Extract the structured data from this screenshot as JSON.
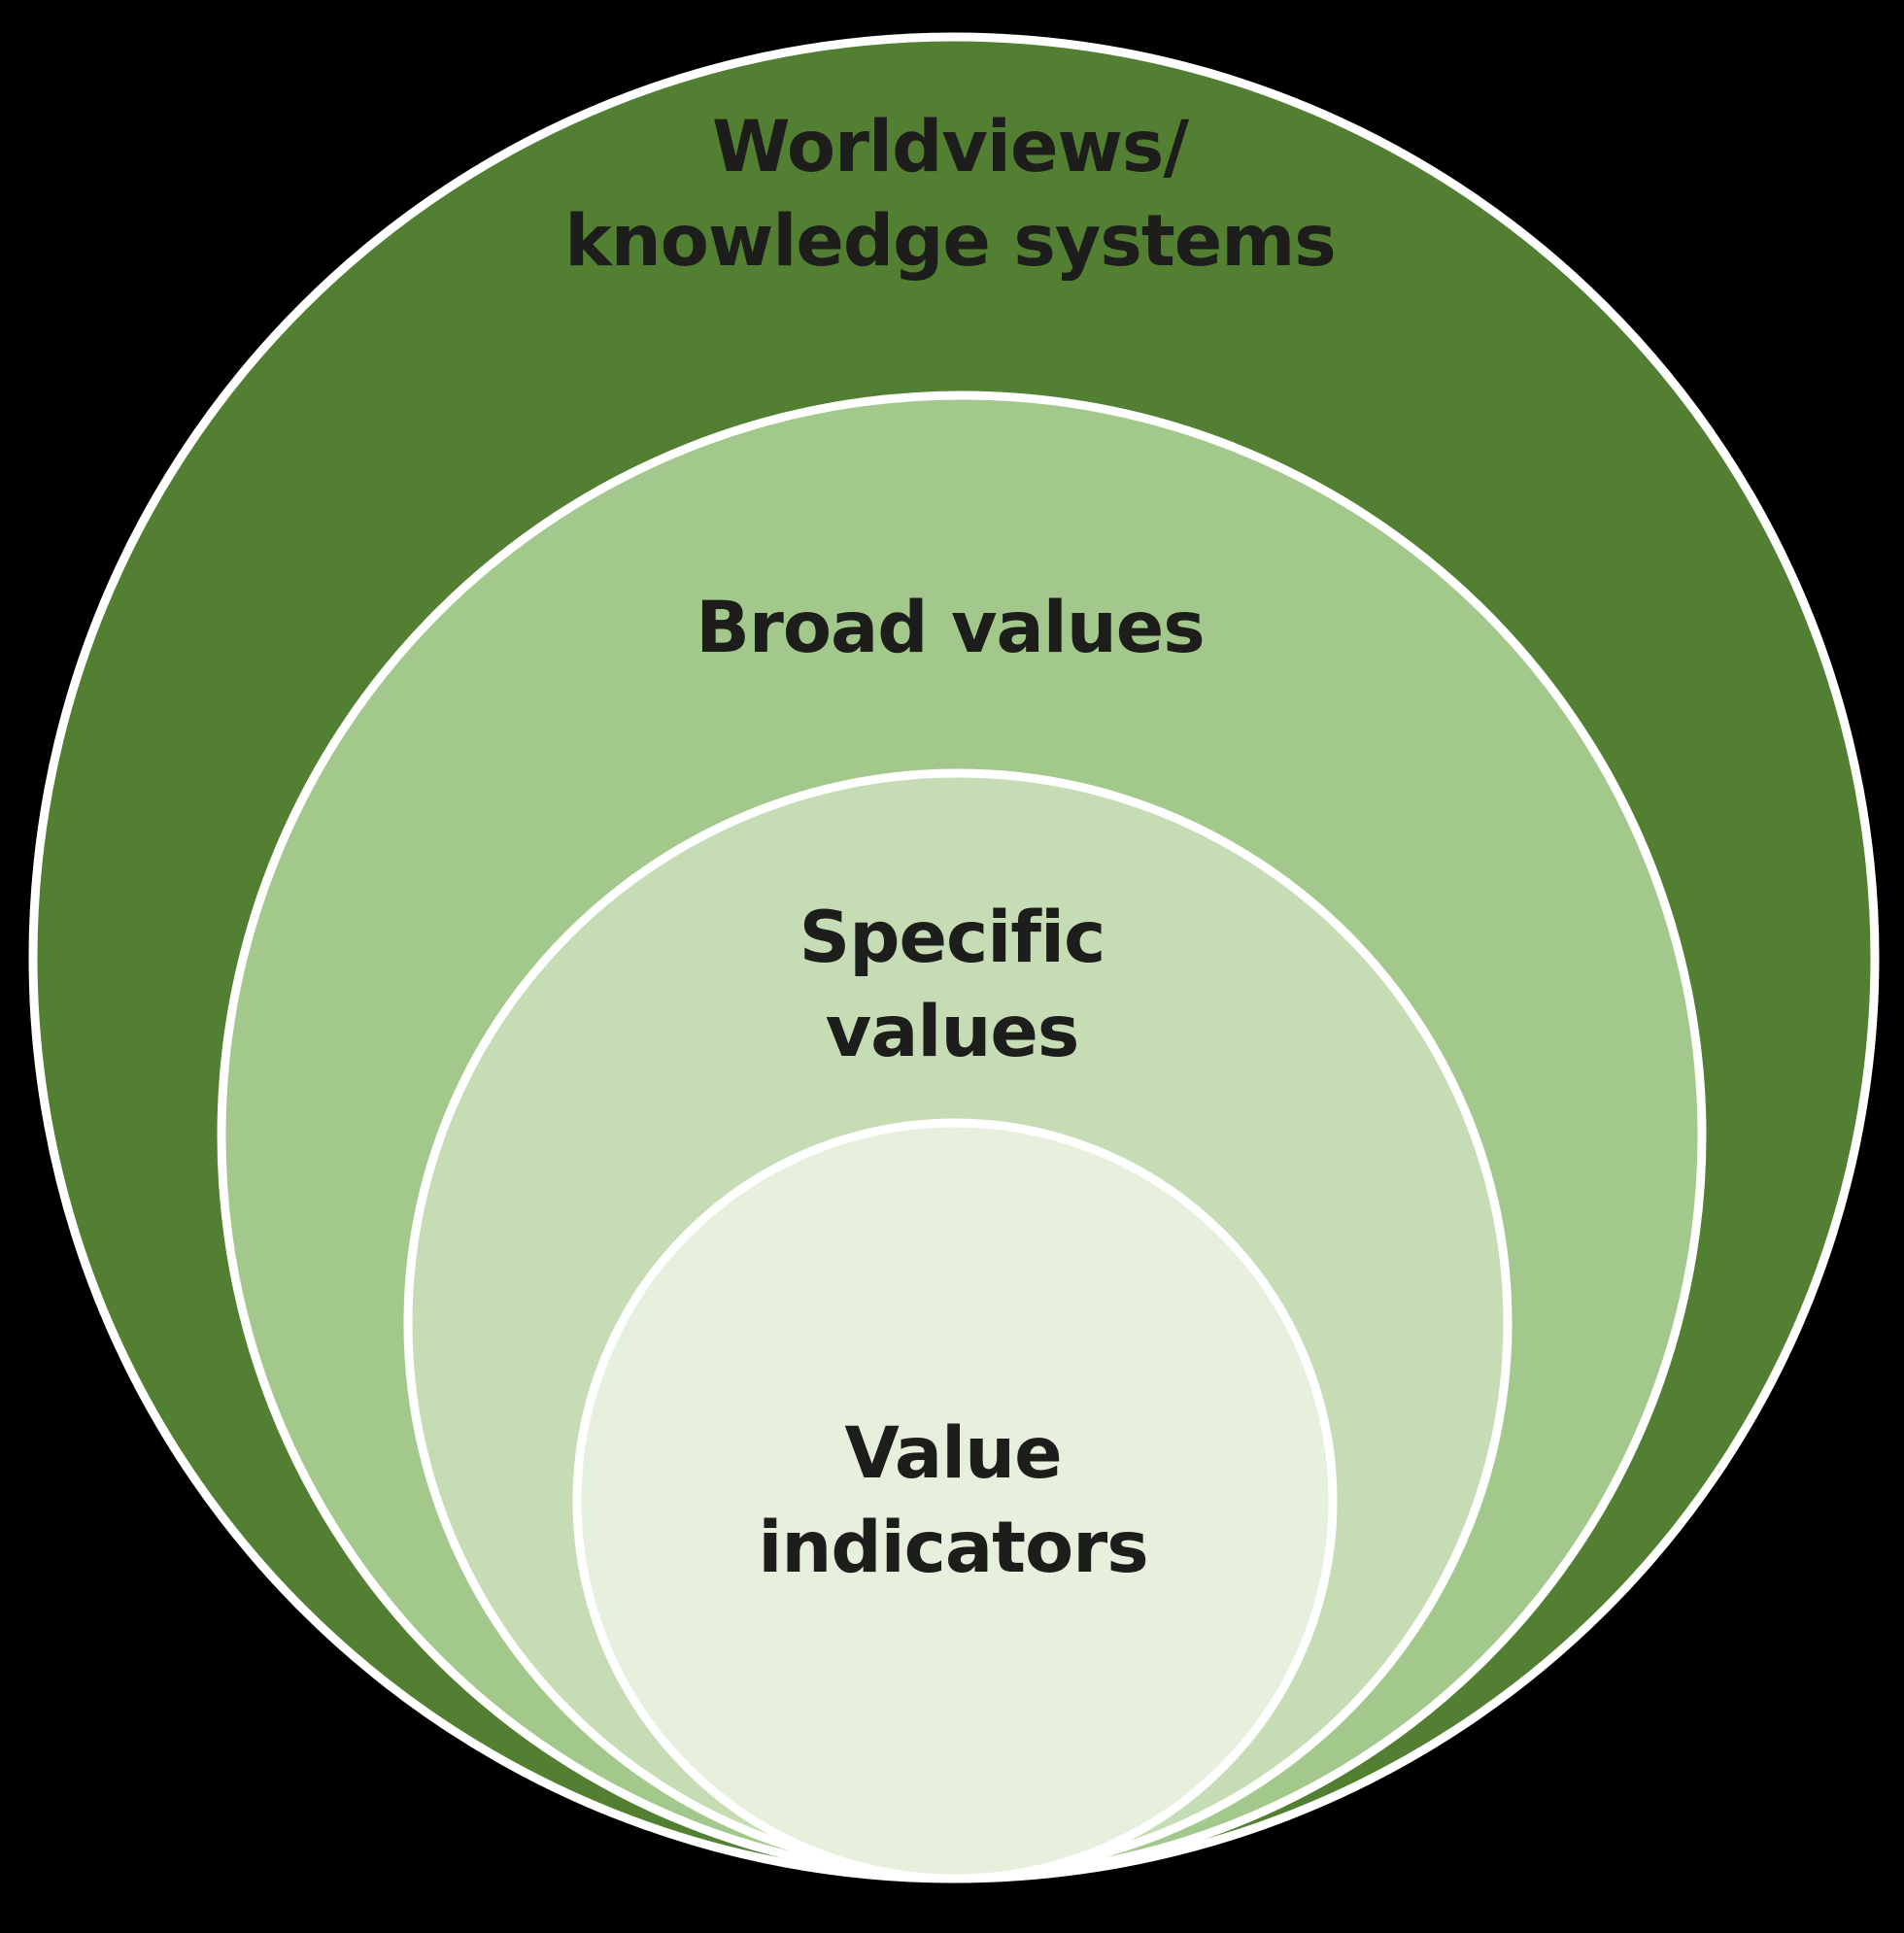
{
  "diagram": {
    "type": "nested-circles",
    "background_color": "#000000",
    "rim_color": "#ffffff",
    "text_color": "#1d1d1b",
    "rings": [
      {
        "id": "worldviews-knowledge-systems",
        "lines": [
          "Worldviews/",
          "knowledge systems"
        ],
        "fill": "#527f31",
        "level": 1
      },
      {
        "id": "broad-values",
        "lines": [
          "Broad values"
        ],
        "fill": "#a2c98b",
        "level": 2
      },
      {
        "id": "specific-values",
        "lines": [
          "Specific",
          "values"
        ],
        "fill": "#c5dcb4",
        "level": 3
      },
      {
        "id": "value-indicators",
        "lines": [
          "Value",
          "indicators"
        ],
        "fill": "#e6f0dc",
        "level": 4
      }
    ]
  }
}
